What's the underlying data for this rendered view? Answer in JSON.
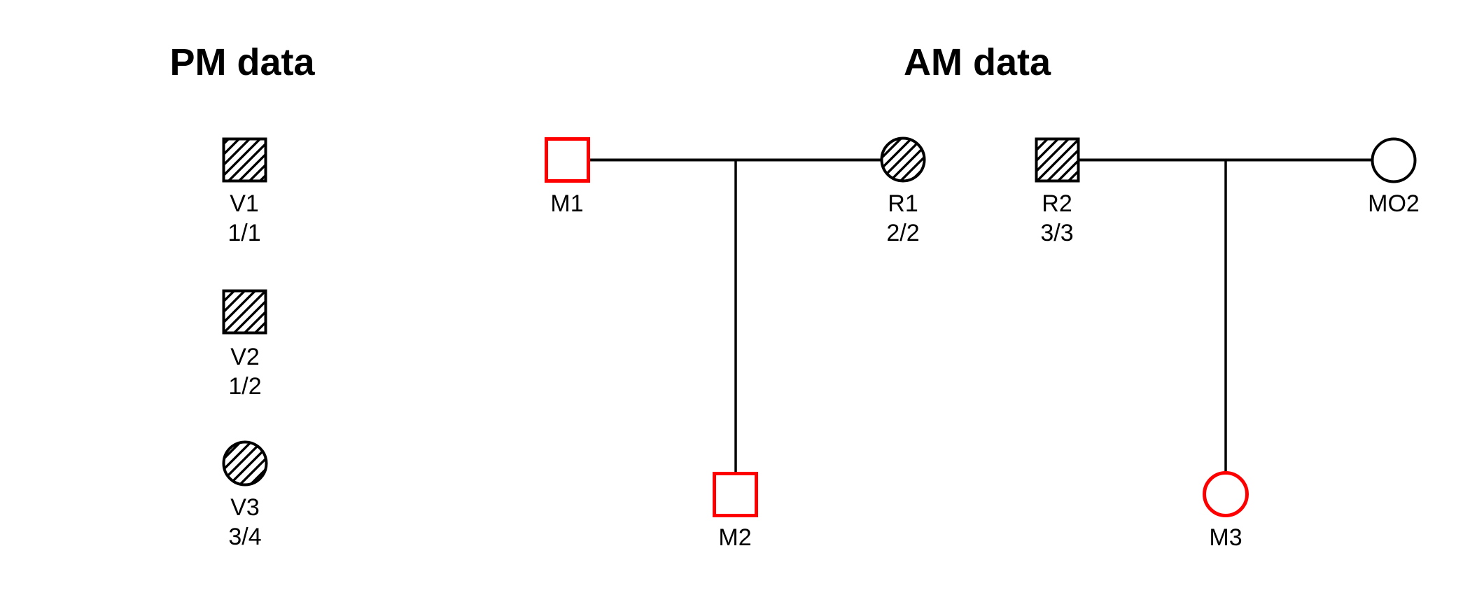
{
  "titles": {
    "pm": "PM data",
    "am": "AM data"
  },
  "colors": {
    "highlight": "#ff0000",
    "line": "#000000",
    "background": "#ffffff"
  },
  "pm": {
    "title": "PM data",
    "items": [
      {
        "name": "V1",
        "genotype": "1/1",
        "shape": "square",
        "fill": "hatched"
      },
      {
        "name": "V2",
        "genotype": "1/2",
        "shape": "square",
        "fill": "hatched"
      },
      {
        "name": "V3",
        "genotype": "3/4",
        "shape": "circle",
        "fill": "hatched"
      }
    ]
  },
  "am": {
    "title": "AM data",
    "families": [
      {
        "father": {
          "name": "M1",
          "shape": "square",
          "outline": "red",
          "fill": "open"
        },
        "mother": {
          "name": "R1",
          "genotype": "2/2",
          "shape": "circle",
          "outline": "black",
          "fill": "hatched"
        },
        "child": {
          "name": "M2",
          "shape": "square",
          "outline": "red",
          "fill": "open"
        }
      },
      {
        "father": {
          "name": "R2",
          "genotype": "3/3",
          "shape": "square",
          "outline": "black",
          "fill": "hatched"
        },
        "mother": {
          "name": "MO2",
          "shape": "circle",
          "outline": "black",
          "fill": "open"
        },
        "child": {
          "name": "M3",
          "shape": "circle",
          "outline": "red",
          "fill": "open"
        }
      }
    ]
  }
}
